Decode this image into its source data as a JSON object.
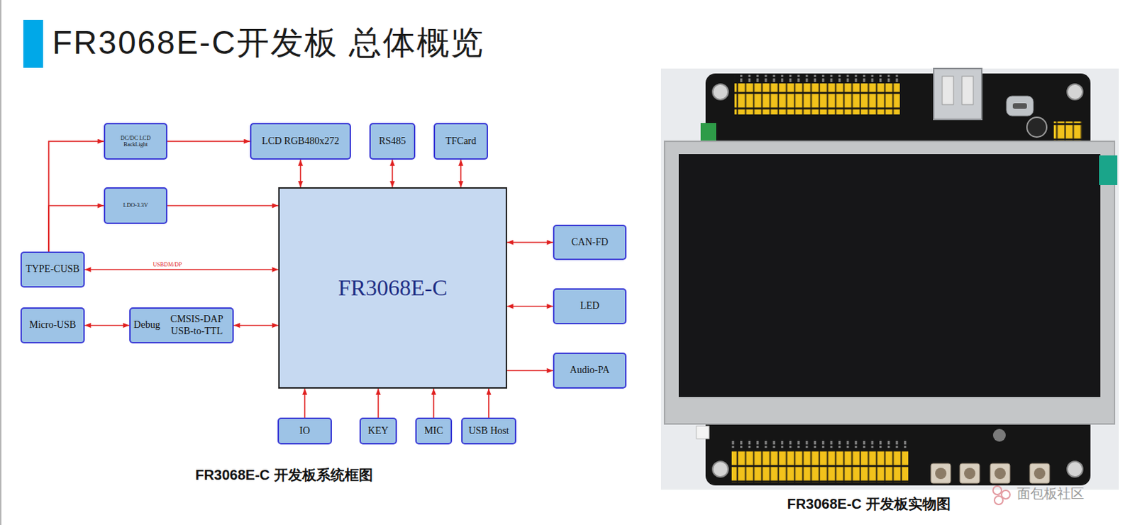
{
  "diagram": {
    "title": "FR3068E-C开发板 总体概览",
    "caption": "FR3068E-C 开发板系统框图",
    "nodes": [
      {
        "text": [
          "DC/DC LCD BackLight"
        ]
      },
      {
        "text": [
          "LCD RGB480x272"
        ]
      },
      {
        "text": [
          "RS485"
        ]
      },
      {
        "text": [
          "TFCard"
        ]
      },
      {
        "text": [
          "LDO-3.3V"
        ]
      },
      {
        "text": [
          "FR3068E-C"
        ]
      },
      {
        "text": [
          "CAN-FD"
        ]
      },
      {
        "text": [
          "TYPE-CUSB"
        ]
      },
      {
        "text": [
          "LED"
        ]
      },
      {
        "text": [
          "Micro-USB"
        ]
      },
      {
        "text": [
          "Debug",
          "CMSIS-DAP USB-to-TTL"
        ]
      },
      {
        "text": [
          "Audio-PA"
        ]
      },
      {
        "text": [
          "IO"
        ]
      },
      {
        "text": [
          "KEY"
        ]
      },
      {
        "text": [
          "MIC"
        ]
      },
      {
        "text": [
          "USB Host"
        ]
      }
    ],
    "edges": [
      {
        "from": 7,
        "to": 0,
        "arrow": "to"
      },
      {
        "from": 7,
        "to": 4,
        "arrow": "to"
      },
      {
        "from": 0,
        "to": 1,
        "arrow": "to"
      },
      {
        "from": 4,
        "to": 5,
        "arrow": "to"
      },
      {
        "from": 1,
        "to": 5,
        "arrow": "both"
      },
      {
        "from": 2,
        "to": 5,
        "arrow": "both"
      },
      {
        "from": 3,
        "to": 5,
        "arrow": "both"
      },
      {
        "from": 5,
        "to": 6,
        "arrow": "both"
      },
      {
        "from": 7,
        "to": 5,
        "label": "USBDM/DP",
        "arrow": "both"
      },
      {
        "from": 5,
        "to": 8,
        "arrow": "both"
      },
      {
        "from": 9,
        "to": 10,
        "arrow": "both"
      },
      {
        "from": 10,
        "to": 5,
        "arrow": "both"
      },
      {
        "from": 5,
        "to": 11,
        "arrow": "to"
      },
      {
        "from": 12,
        "to": 5,
        "arrow": "to"
      },
      {
        "from": 13,
        "to": 5,
        "arrow": "to"
      },
      {
        "from": 14,
        "to": 5,
        "arrow": "to"
      },
      {
        "from": 15,
        "to": 5,
        "arrow": "to"
      }
    ],
    "labels": [
      "FR3068E-C 开发板实物图",
      "面包板社区"
    ]
  }
}
